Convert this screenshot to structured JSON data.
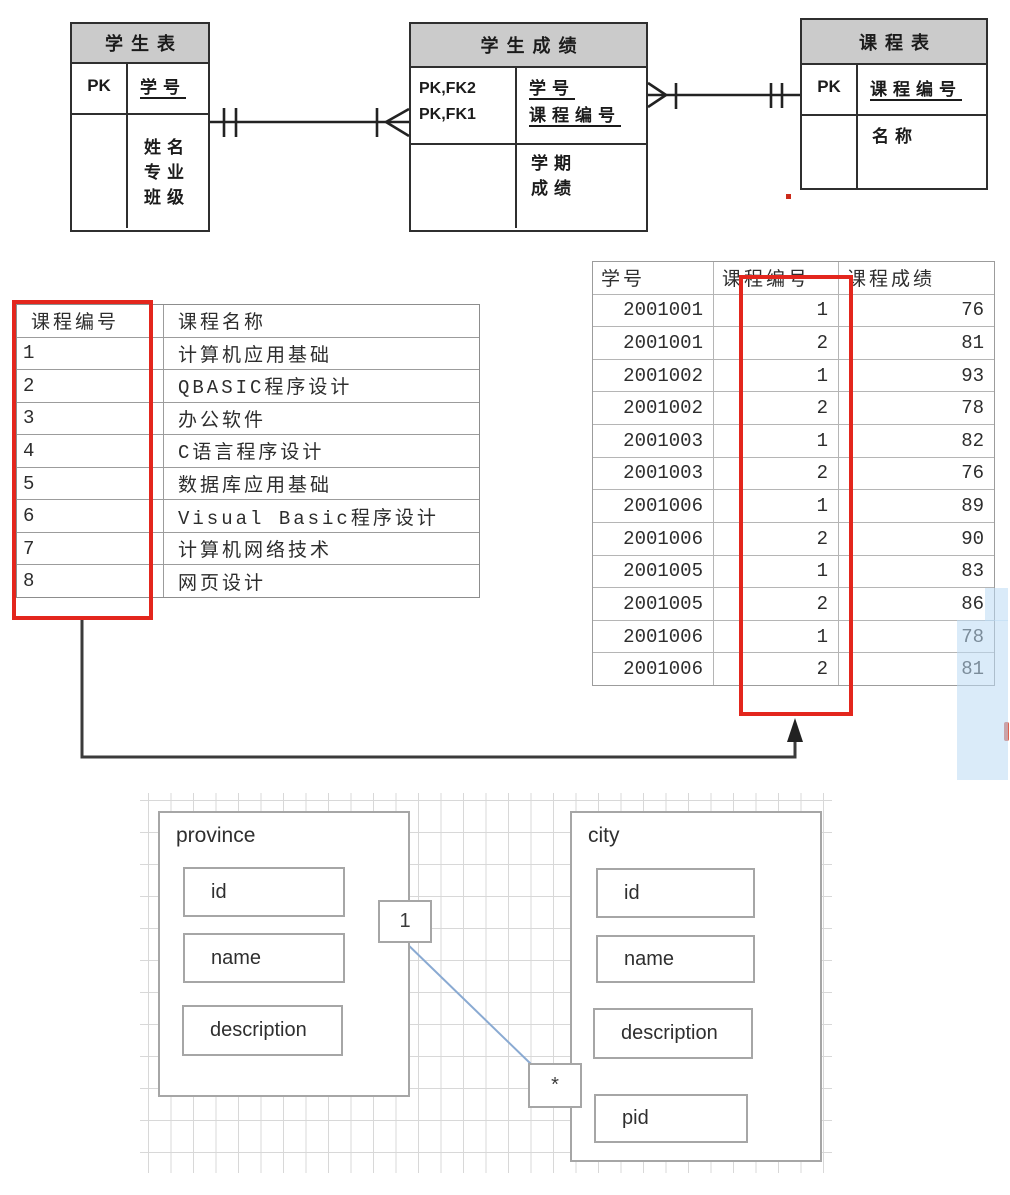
{
  "erd": {
    "student_table": {
      "title": "学生表",
      "pk_label": "PK",
      "pk_field": "学号",
      "fields": [
        "姓名",
        "专业",
        "班级"
      ]
    },
    "score_table": {
      "title": "学生成绩",
      "key_labels": [
        "PK,FK2",
        "PK,FK1"
      ],
      "key_fields": [
        "学号",
        "课程编号"
      ],
      "fields": [
        "学期",
        "成绩"
      ]
    },
    "course_table": {
      "title": "课程表",
      "pk_label": "PK",
      "pk_field": "课程编号",
      "fields": [
        "名称"
      ]
    }
  },
  "course_list": {
    "headers": [
      "课程编号",
      "课程名称"
    ],
    "rows": [
      [
        "1",
        "计算机应用基础"
      ],
      [
        "2",
        "QBASIC程序设计"
      ],
      [
        "3",
        "办公软件"
      ],
      [
        "4",
        "C语言程序设计"
      ],
      [
        "5",
        "数据库应用基础"
      ],
      [
        "6",
        "Visual Basic程序设计"
      ],
      [
        "7",
        "计算机网络技术"
      ],
      [
        "8",
        "网页设计"
      ]
    ]
  },
  "grade_list": {
    "headers": [
      "学号",
      "课程编号",
      "课程成绩"
    ],
    "rows": [
      [
        "2001001",
        "1",
        "76"
      ],
      [
        "2001001",
        "2",
        "81"
      ],
      [
        "2001002",
        "1",
        "93"
      ],
      [
        "2001002",
        "2",
        "78"
      ],
      [
        "2001003",
        "1",
        "82"
      ],
      [
        "2001003",
        "2",
        "76"
      ],
      [
        "2001006",
        "1",
        "89"
      ],
      [
        "2001006",
        "2",
        "90"
      ],
      [
        "2001005",
        "1",
        "83"
      ],
      [
        "2001005",
        "2",
        "86"
      ],
      [
        "2001006",
        "1",
        "78"
      ],
      [
        "2001006",
        "2",
        "81"
      ]
    ]
  },
  "schema_diagram": {
    "province": {
      "title": "province",
      "fields": [
        "id",
        "name",
        "description"
      ]
    },
    "city": {
      "title": "city",
      "fields": [
        "id",
        "name",
        "description",
        "pid"
      ]
    },
    "cardinality_one": "1",
    "cardinality_many": "*"
  },
  "colors": {
    "highlight_red": "#e3261d",
    "relation_blue": "#8aaad2",
    "selection_blue": "#c8dff5",
    "erd_title_gray": "#cbcbcb"
  }
}
